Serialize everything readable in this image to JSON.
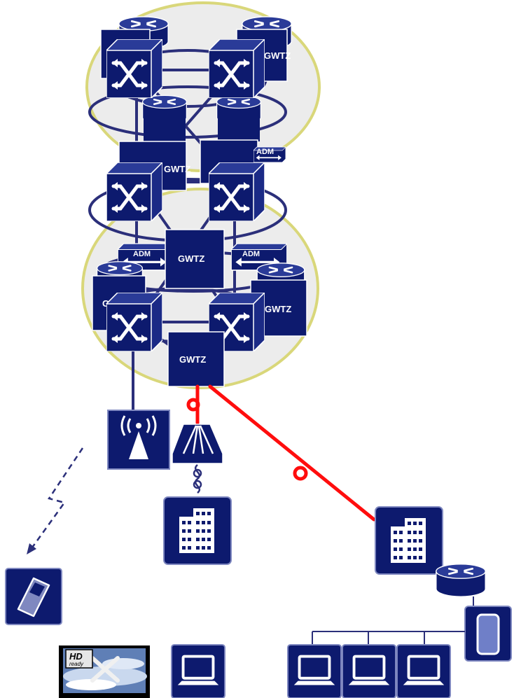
{
  "labels": {
    "gwtz": "GWTZ",
    "adm": "ADM",
    "hd_line1": "HD",
    "hd_line2": "ready"
  },
  "colors": {
    "navy": "#0d1a6e",
    "navy_light": "#2a3b98",
    "link": "#2b2f7a",
    "ring_fill": "#ececec",
    "ring_stroke": "#d9d77a",
    "fiber": "#ff0d0d",
    "icon_white": "#ffffff"
  },
  "icons": [
    "router-icon",
    "cross-connect-switch-icon",
    "gwtz-box-icon",
    "adm-mux-icon",
    "wireless-base-station-icon",
    "fiber-splitter-icon",
    "building-icon",
    "mobile-phone-icon",
    "hd-tv-icon",
    "laptop-icon",
    "firewall-icon"
  ]
}
